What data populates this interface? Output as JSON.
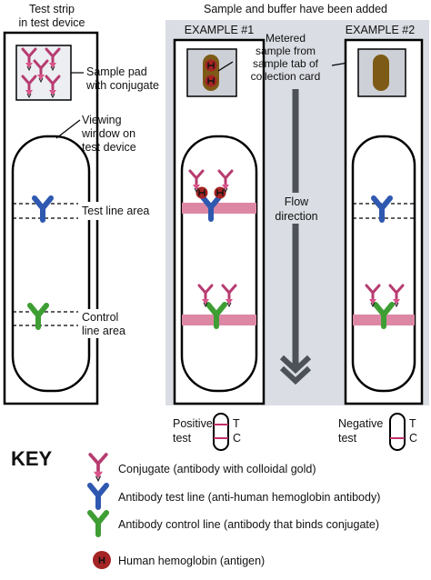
{
  "header": {
    "left_title_line1": "Test strip",
    "left_title_line2": "in test device",
    "right_title": "Sample and buffer have been added"
  },
  "examples": {
    "ex1_label": "EXAMPLE #1",
    "ex2_label": "EXAMPLE #2"
  },
  "callouts": {
    "sample_pad_line1": "Sample pad",
    "sample_pad_line2": "with conjugate",
    "viewing_line1": "Viewing",
    "viewing_line2": "window on",
    "viewing_line3": "test device",
    "test_line_area": "Test line area",
    "control_line1": "Control",
    "control_line2": "line area",
    "metered_line1": "Metered",
    "metered_line2": "sample from",
    "metered_line3": "sample tab of",
    "metered_line4": "collection card",
    "flow_line1": "Flow",
    "flow_line2": "direction"
  },
  "results": {
    "positive_line1": "Positive",
    "positive_line2": "test",
    "negative_line1": "Negative",
    "negative_line2": "test",
    "t_label": "T",
    "c_label": "C"
  },
  "key": {
    "title": "KEY",
    "conjugate": "Conjugate (antibody with colloidal gold)",
    "antibody_test": "Antibody test line (anti-human hemoglobin antibody)",
    "antibody_control": "Antibody control line (antibody that binds conjugate)",
    "hemoglobin": "Human hemoglobin (antigen)",
    "hemoglobin_symbol": "H"
  },
  "colors": {
    "blue_antibody": "#2f58b0",
    "green_antibody": "#3e9e33",
    "pink_line": "#dc87a4",
    "panel_gray": "#dadde3",
    "hemoglobin_red": "#a52424",
    "sample_brown": "#7d5a16"
  }
}
